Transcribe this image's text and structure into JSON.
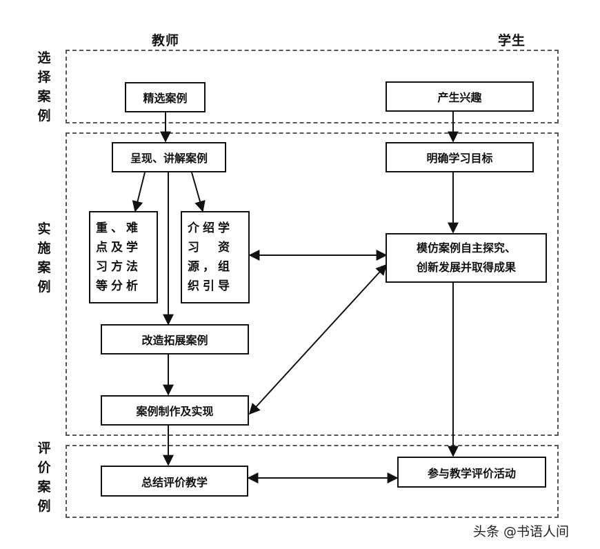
{
  "columns": {
    "teacher": "教师",
    "student": "学生"
  },
  "stages": [
    {
      "id": "select",
      "label": "选择案例"
    },
    {
      "id": "implement",
      "label": "实施案例"
    },
    {
      "id": "evaluate",
      "label": "评价案例"
    }
  ],
  "nodes": {
    "select_case": "精选案例",
    "interest": "产生兴趣",
    "present_case": "呈现、讲解案例",
    "clarify_goal": "明确学习目标",
    "key_points": [
      "重、难",
      "点及学",
      "习方法",
      "等分析"
    ],
    "resources": [
      "介绍学",
      "习　资",
      "源，组",
      "织引导"
    ],
    "imitate": [
      "模仿案例自主探究、",
      "创新发展并取得成果"
    ],
    "extend_case": "改造拓展案例",
    "make_case": "案例制作及实现",
    "summary": "总结评价教学",
    "participate": "参与教学评价活动"
  },
  "watermark": "头条 @书语人间"
}
